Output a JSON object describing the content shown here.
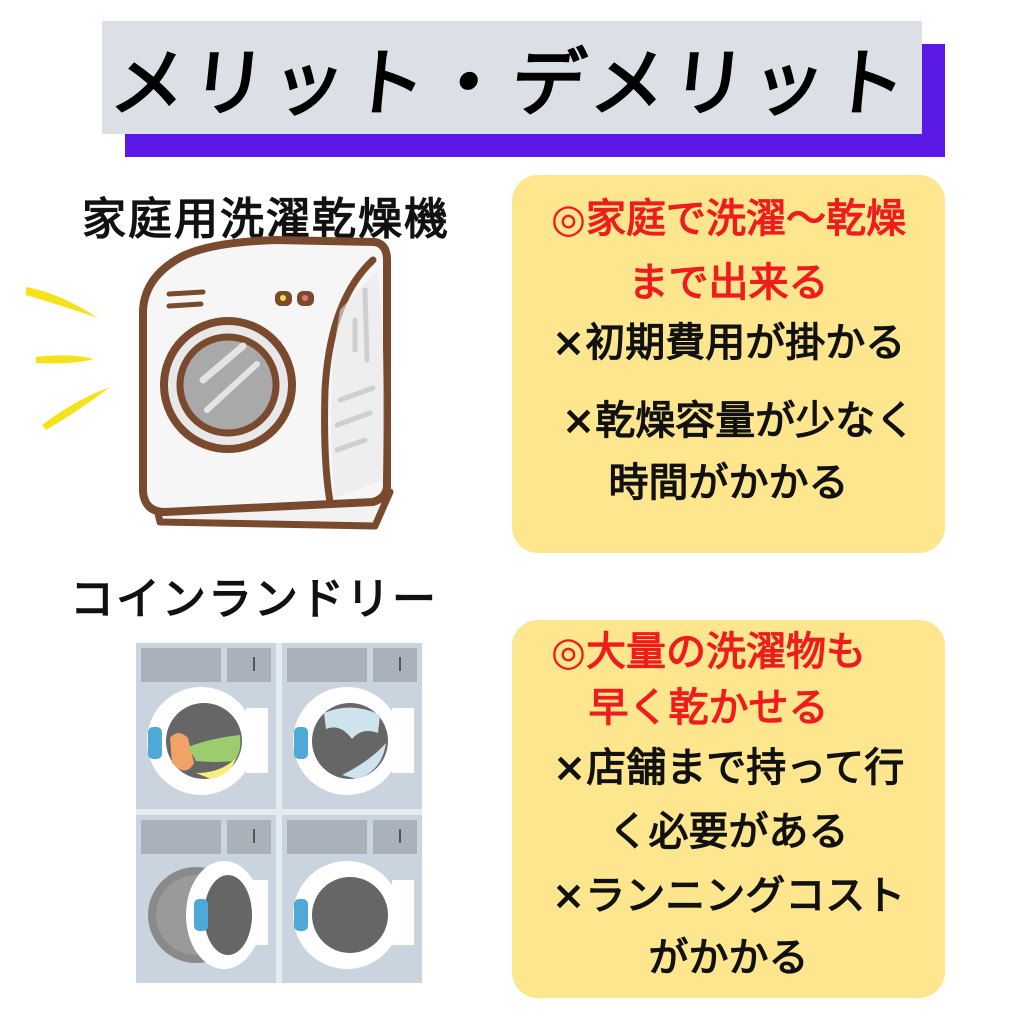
{
  "title": "メリット・デメリット",
  "colors": {
    "title_bg": "#dbe0e7",
    "title_shadow": "#5b19e8",
    "card_bg": "#fde68e",
    "pro_text": "#ee1c1c",
    "con_text": "#111111",
    "washer_outline": "#7a4a2e",
    "rays": "#f5e21a",
    "laundry_body": "#c9d4de",
    "laundry_panel": "#a9b2bb",
    "door_handle": "#4fa9d6"
  },
  "sections": [
    {
      "label": "家庭用洗濯乾燥機",
      "illustration": "home-washer-dryer-icon",
      "card": {
        "pros": [
          "◎家庭で洗濯～乾燥",
          "まで出来る"
        ],
        "cons": [
          "×初期費用が掛かる",
          "×乾燥容量が少なく",
          "時間がかかる"
        ]
      }
    },
    {
      "label": "コインランドリー",
      "illustration": "coin-laundry-machines-icon",
      "card": {
        "pros": [
          "◎大量の洗濯物も",
          "早く乾かせる"
        ],
        "cons": [
          "×店舗まで持って行",
          "く必要がある",
          "×ランニングコスト",
          "がかかる"
        ]
      }
    }
  ]
}
